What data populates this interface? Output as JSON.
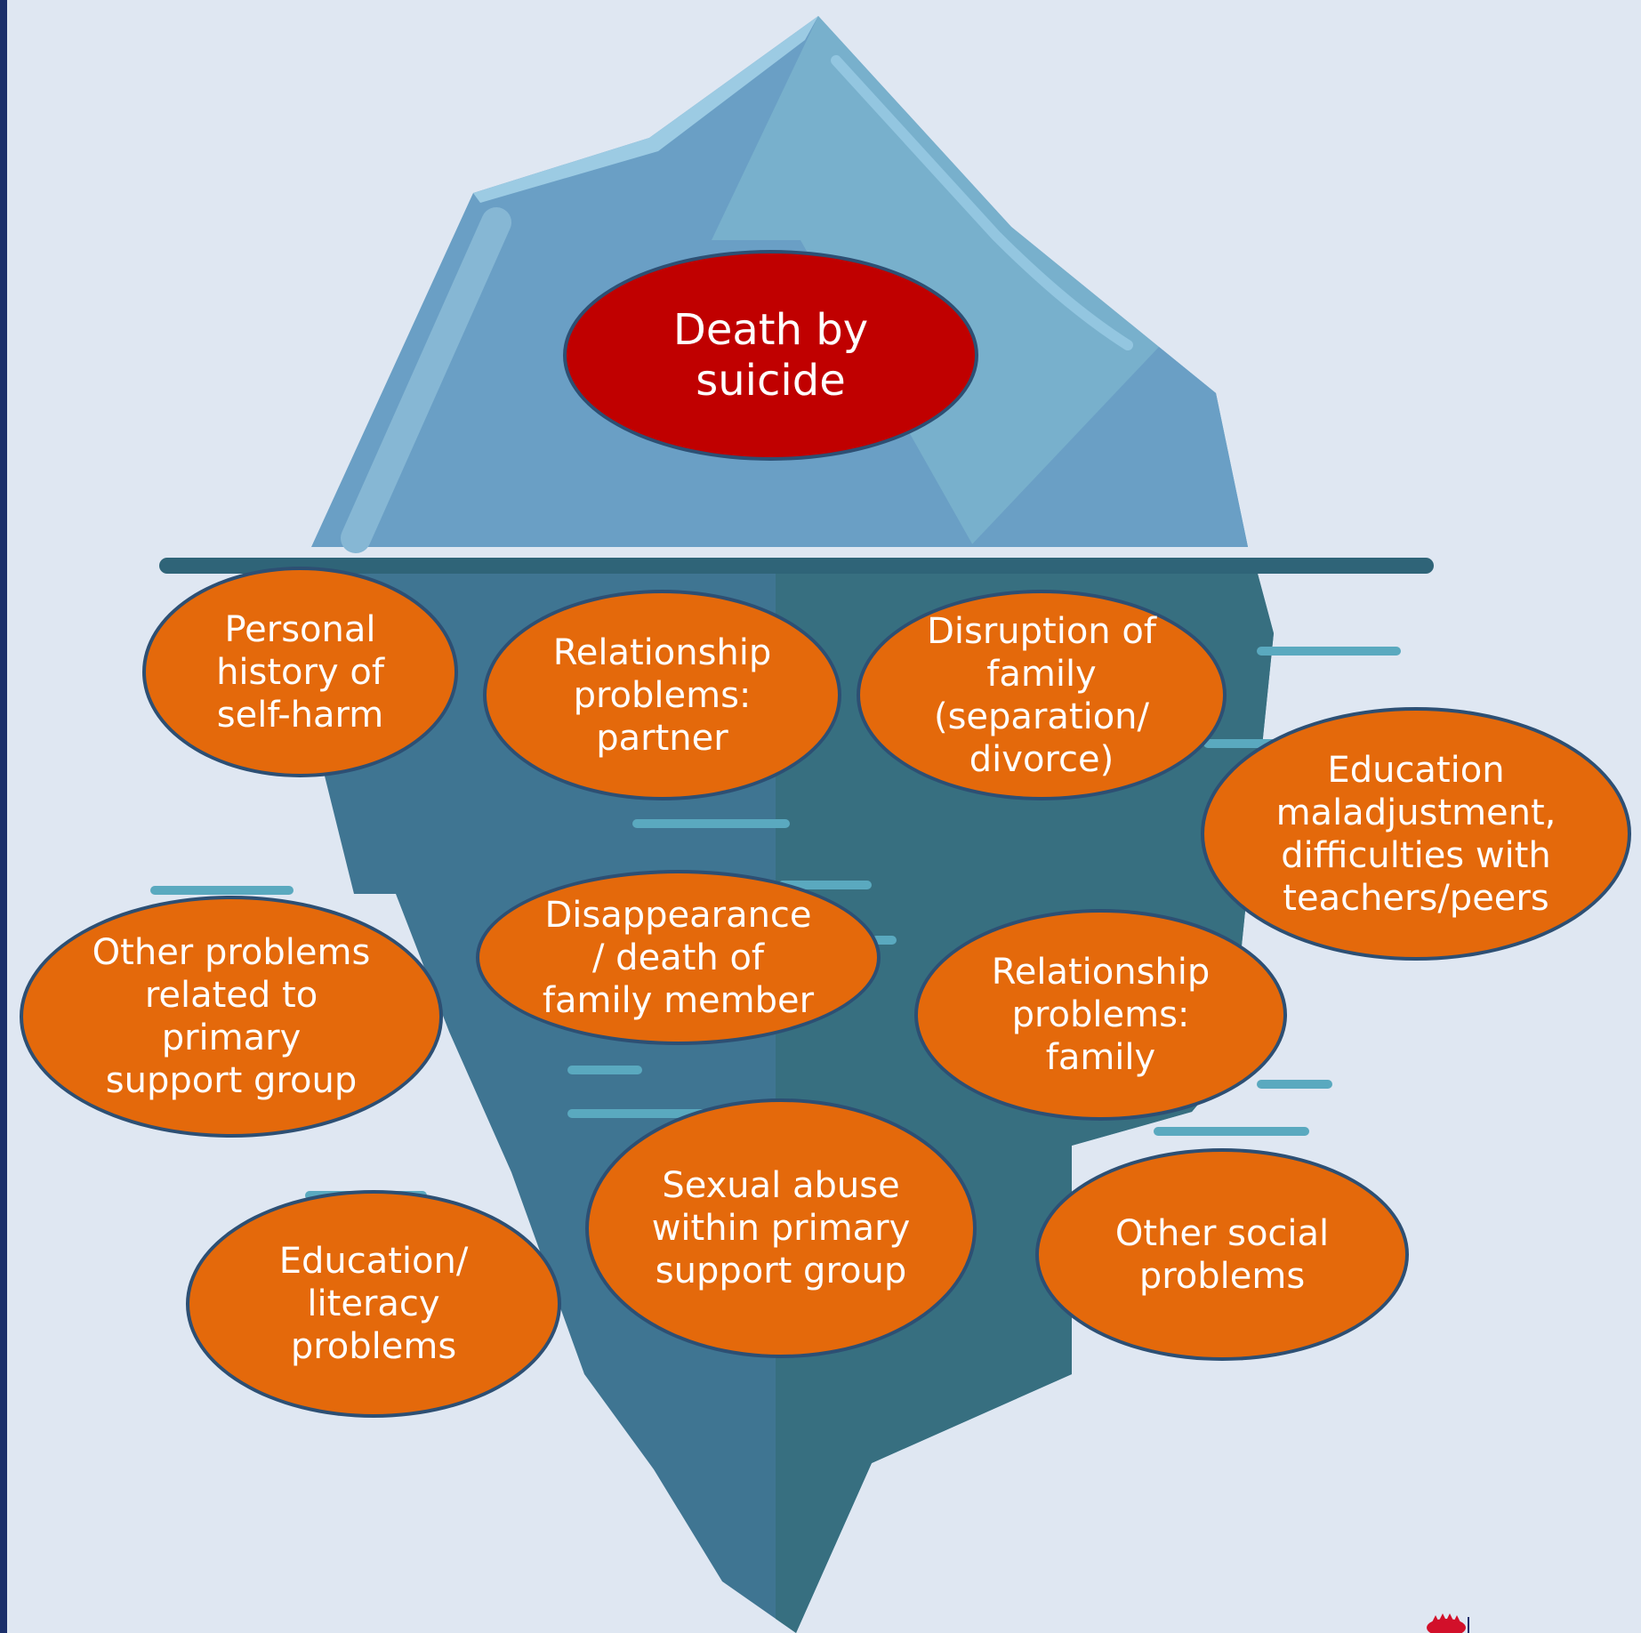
{
  "diagram": {
    "tip": {
      "label": "Death by\nsuicide"
    },
    "factors": [
      {
        "id": "self-harm",
        "label": "Personal\nhistory of\nself-harm"
      },
      {
        "id": "rel-partner",
        "label": "Relationship\nproblems:\npartner"
      },
      {
        "id": "family-disruption",
        "label": "Disruption of\nfamily\n(separation/\ndivorce)"
      },
      {
        "id": "education-maladjustment",
        "label": "Education\nmaladjustment,\ndifficulties with\nteachers/peers"
      },
      {
        "id": "other-primary-support",
        "label": "Other problems\nrelated to\nprimary\nsupport group"
      },
      {
        "id": "death-family-member",
        "label": "Disappearance\n/ death of\nfamily member"
      },
      {
        "id": "rel-family",
        "label": "Relationship\nproblems:\nfamily"
      },
      {
        "id": "education-literacy",
        "label": "Education/\nliteracy\nproblems"
      },
      {
        "id": "sexual-abuse",
        "label": "Sexual abuse\nwithin primary\nsupport group"
      },
      {
        "id": "other-social",
        "label": "Other social\nproblems"
      }
    ]
  },
  "colors": {
    "background": "#dfe7f2",
    "tip_fill": "#c00000",
    "factor_fill": "#e4690b",
    "oval_border": "#2d4f73",
    "iceberg_above": "#6a9fc5",
    "iceberg_below": "#3f7592",
    "waterline": "#2f6478"
  },
  "icons": {
    "logo": "waratah-logo-icon"
  }
}
